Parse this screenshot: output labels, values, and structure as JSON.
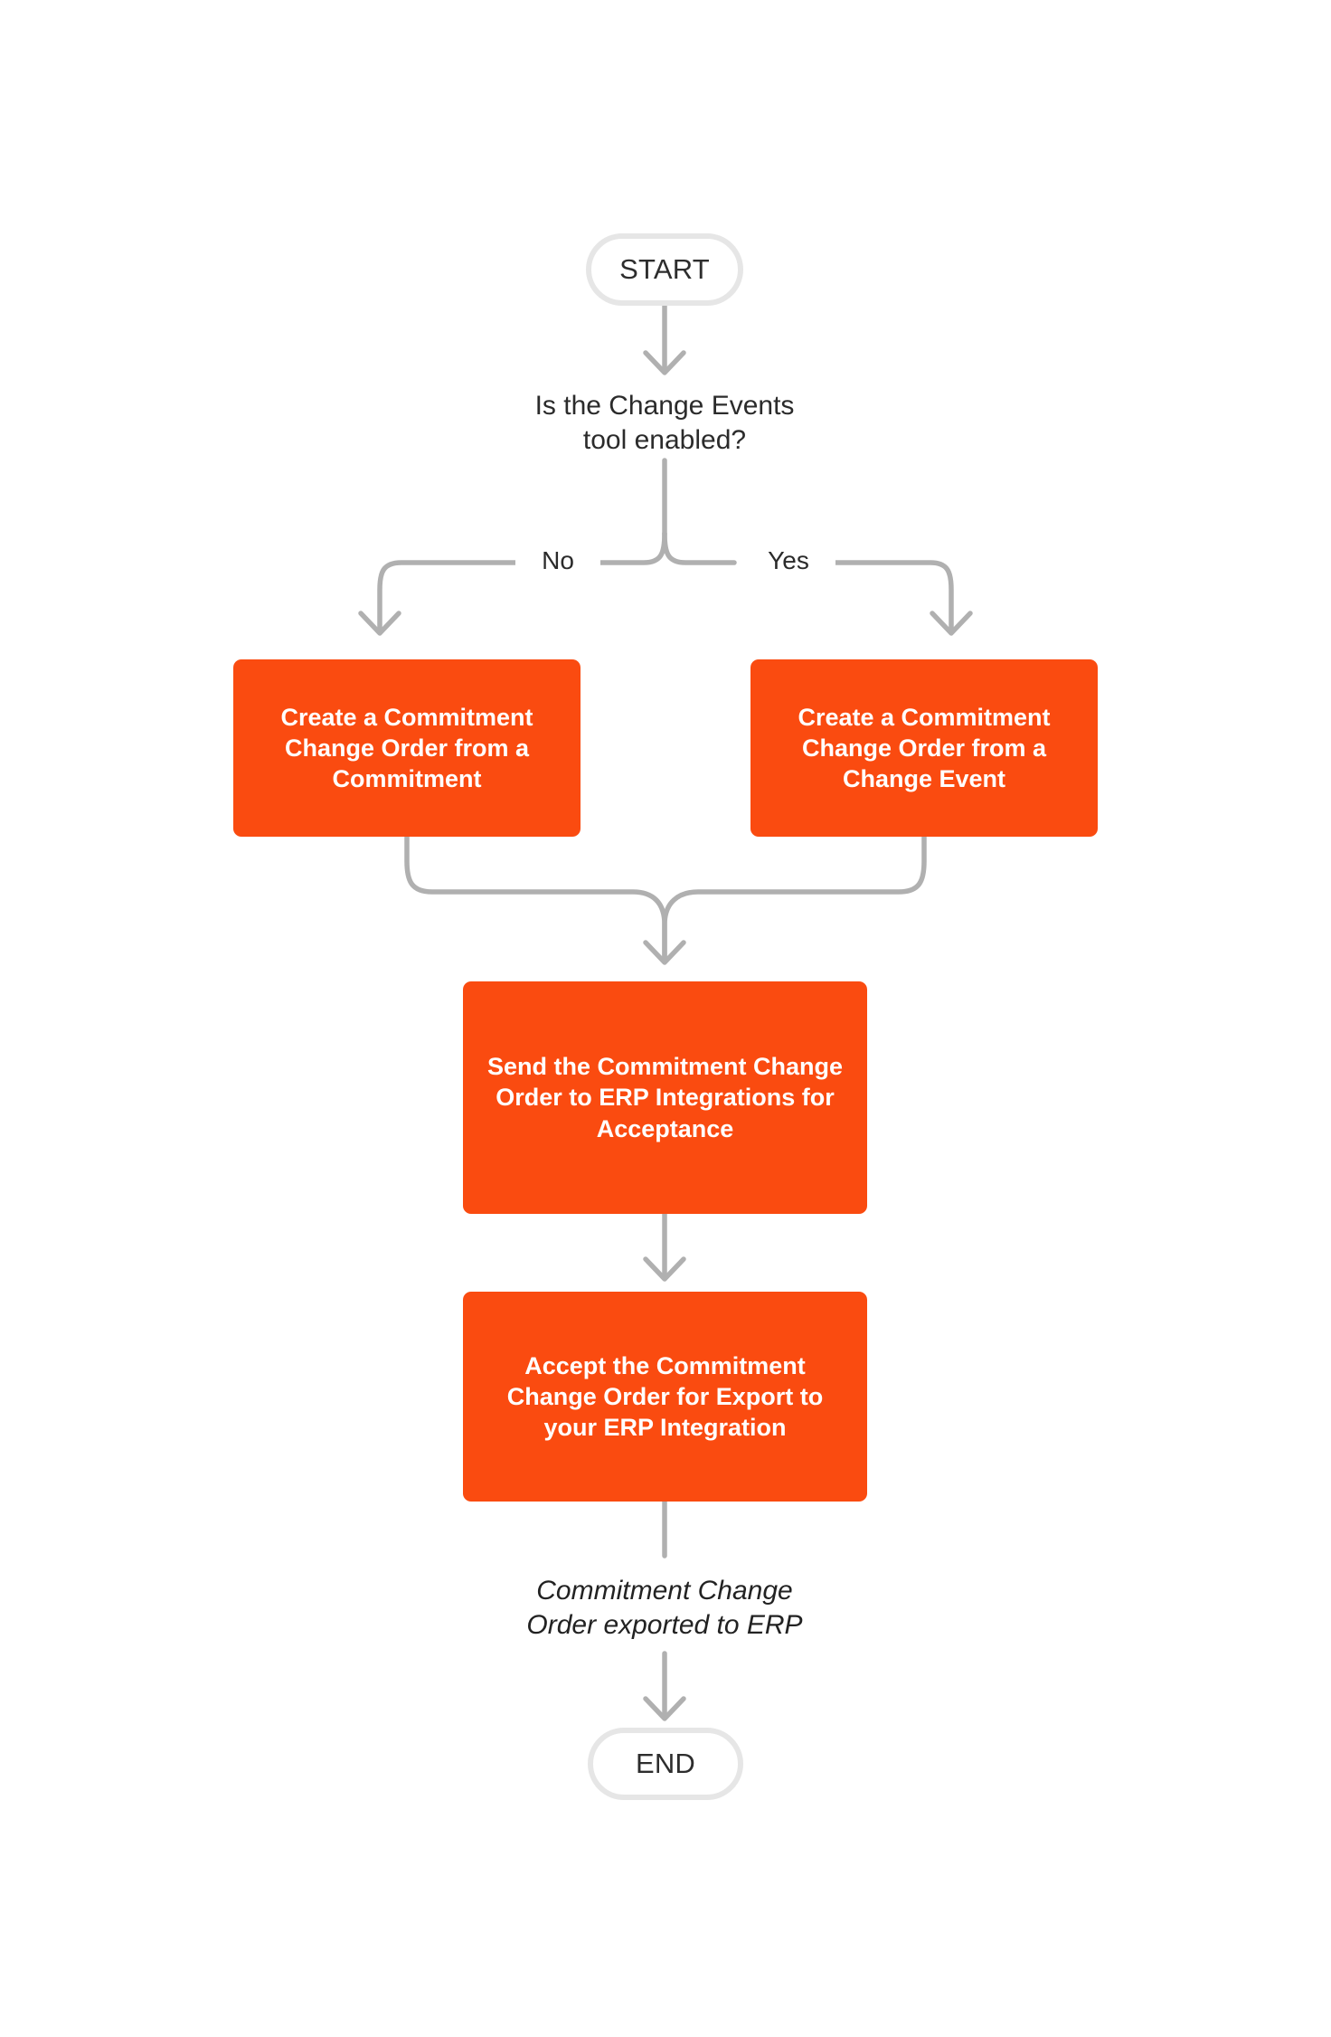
{
  "diagram": {
    "title": "Commitment Change Order ERP Export Process",
    "colors": {
      "process_fill": "#FA4B10",
      "process_text": "#FFFFFF",
      "terminal_border": "#E6E6E6",
      "terminal_text": "#2D2D2D",
      "connector": "#B0B0B0",
      "label_text": "#2B2B2B",
      "background": "#FFFFFF"
    },
    "nodes": {
      "start": {
        "label": "START",
        "type": "terminal"
      },
      "decision": {
        "label": "Is the Change Events\ntool enabled?",
        "type": "decision-text"
      },
      "branch_no_label": "No",
      "branch_yes_label": "Yes",
      "process_no": {
        "label": "Create a Commitment Change Order from a Commitment",
        "type": "process"
      },
      "process_yes": {
        "label": "Create a Commitment Change Order from a Change Event",
        "type": "process"
      },
      "process_send": {
        "label": "Send the Commitment Change Order to ERP Integrations for Acceptance",
        "type": "process"
      },
      "process_accept": {
        "label": "Accept the Commitment Change Order for Export to your ERP Integration",
        "type": "process"
      },
      "outcome": {
        "label": "Commitment Change\nOrder exported to ERP",
        "type": "annotation"
      },
      "end": {
        "label": "END",
        "type": "terminal"
      }
    }
  }
}
